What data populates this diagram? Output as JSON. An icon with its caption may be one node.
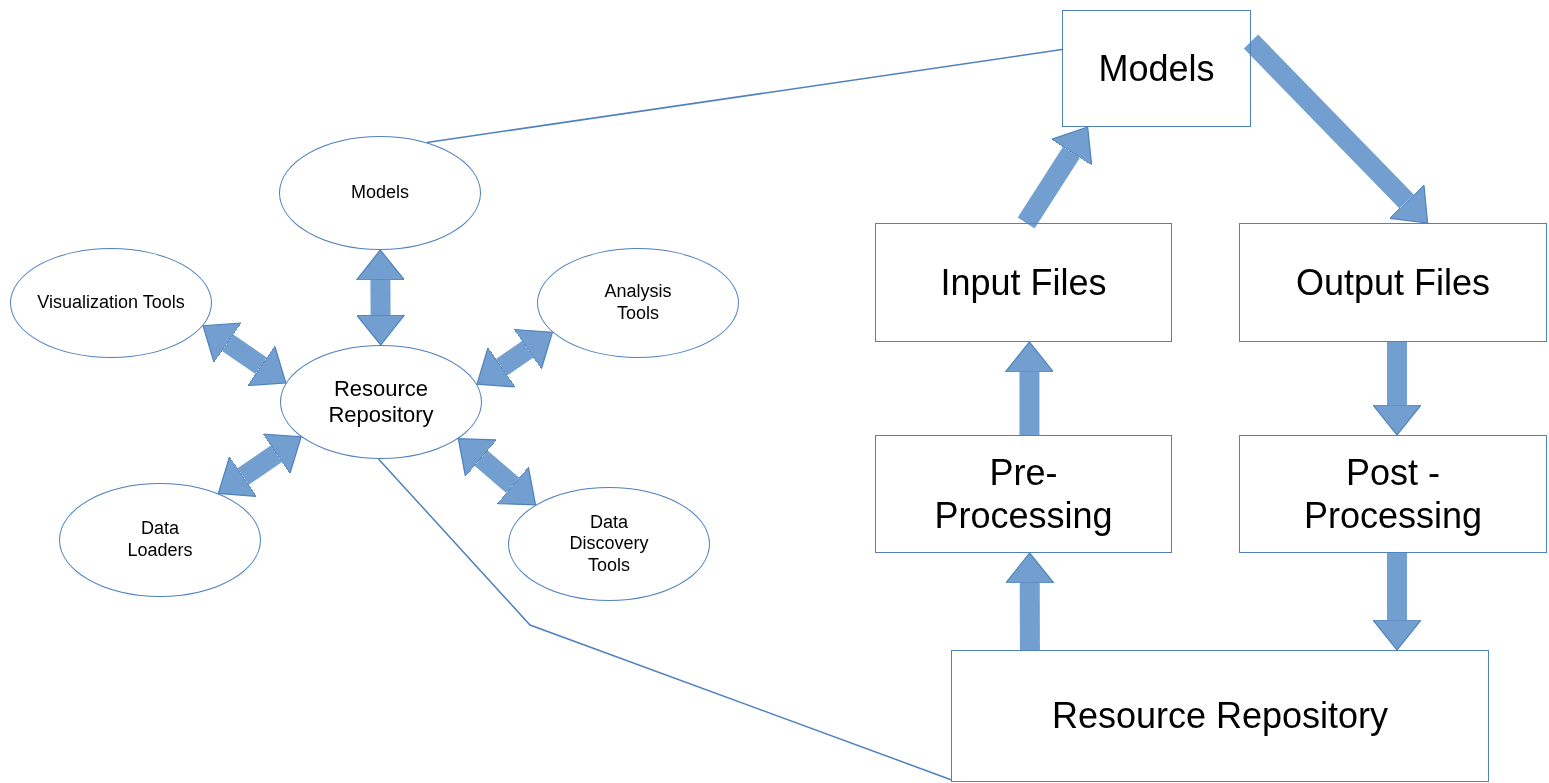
{
  "diagram": {
    "nodes": [
      {
        "text": [
          "Models"
        ]
      },
      {
        "text": [
          "Visualization Tools"
        ]
      },
      {
        "text": [
          "Analysis Tools"
        ]
      },
      {
        "text": [
          "Resource Repository"
        ]
      },
      {
        "text": [
          "Data Loaders"
        ]
      },
      {
        "text": [
          "Data Discovery Tools"
        ]
      },
      {
        "text": [
          "Models"
        ]
      },
      {
        "text": [
          "Input Files"
        ]
      },
      {
        "text": [
          "Output Files"
        ]
      },
      {
        "text": [
          "Pre- Processing"
        ]
      },
      {
        "text": [
          "Post -Processing"
        ]
      },
      {
        "text": [
          "Resource Repository"
        ]
      }
    ],
    "edges": [
      {
        "from": 0,
        "to": 3,
        "arrow": "both"
      },
      {
        "from": 1,
        "to": 3,
        "arrow": "both"
      },
      {
        "from": 2,
        "to": 3,
        "arrow": "both"
      },
      {
        "from": 4,
        "to": 3,
        "arrow": "both"
      },
      {
        "from": 5,
        "to": 3,
        "arrow": "both"
      },
      {
        "from": 7,
        "to": 6,
        "arrow": "to"
      },
      {
        "from": 6,
        "to": 8,
        "arrow": "to"
      },
      {
        "from": 9,
        "to": 7,
        "arrow": "to"
      },
      {
        "from": 8,
        "to": 10,
        "arrow": "to"
      },
      {
        "from": 11,
        "to": 9,
        "arrow": "to"
      },
      {
        "from": 10,
        "to": 11,
        "arrow": "to"
      },
      {
        "from": 0,
        "to": 6,
        "arrow": "none",
        "color": "#4f81bd"
      },
      {
        "from": 3,
        "to": 11,
        "arrow": "none",
        "color": "#4f81bd"
      }
    ]
  }
}
